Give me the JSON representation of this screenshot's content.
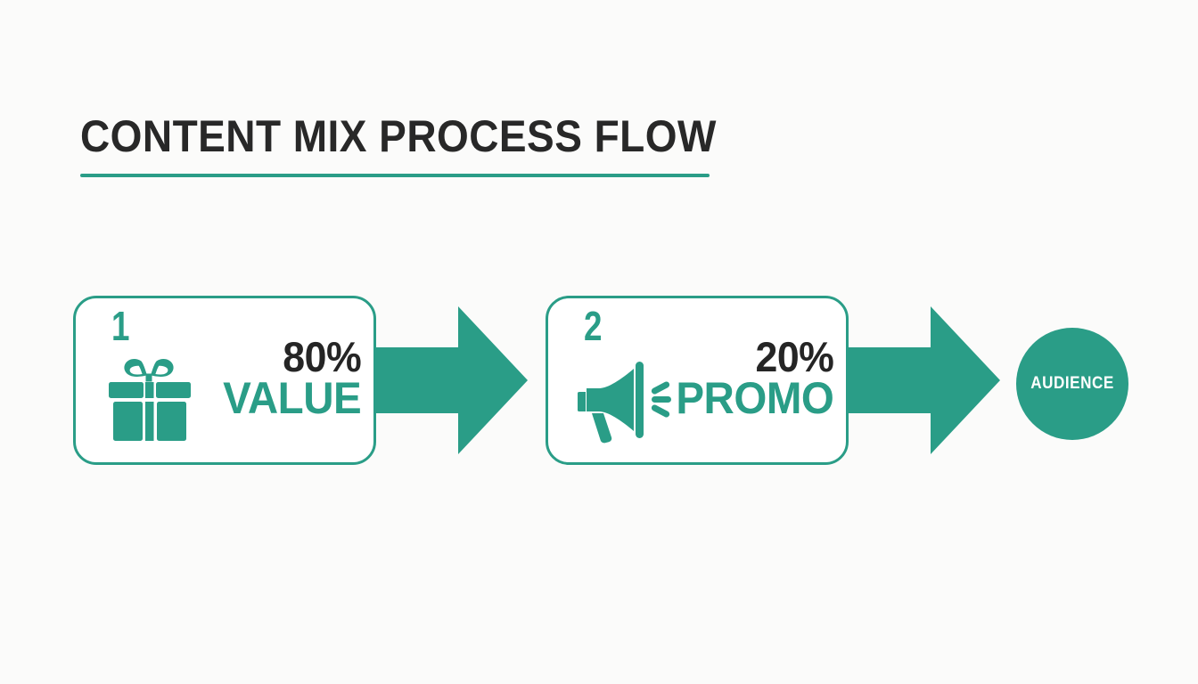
{
  "page": {
    "title": "CONTENT MIX PROCESS FLOW",
    "background_color": "#fbfbfa",
    "accent_color": "#2a9d87",
    "text_color": "#252525"
  },
  "flow": {
    "steps": [
      {
        "number": "1",
        "icon": "gift-icon",
        "percent": "80%",
        "label": "VALUE"
      },
      {
        "number": "2",
        "icon": "megaphone-icon",
        "percent": "20%",
        "label": "PROMO"
      }
    ],
    "connectors": [
      {
        "icon": "arrow-right-icon"
      },
      {
        "icon": "arrow-right-icon"
      }
    ],
    "outcome": {
      "label": "AUDIENCE",
      "shape": "circle",
      "fill_color": "#2a9d87",
      "text_color": "#ffffff"
    }
  }
}
